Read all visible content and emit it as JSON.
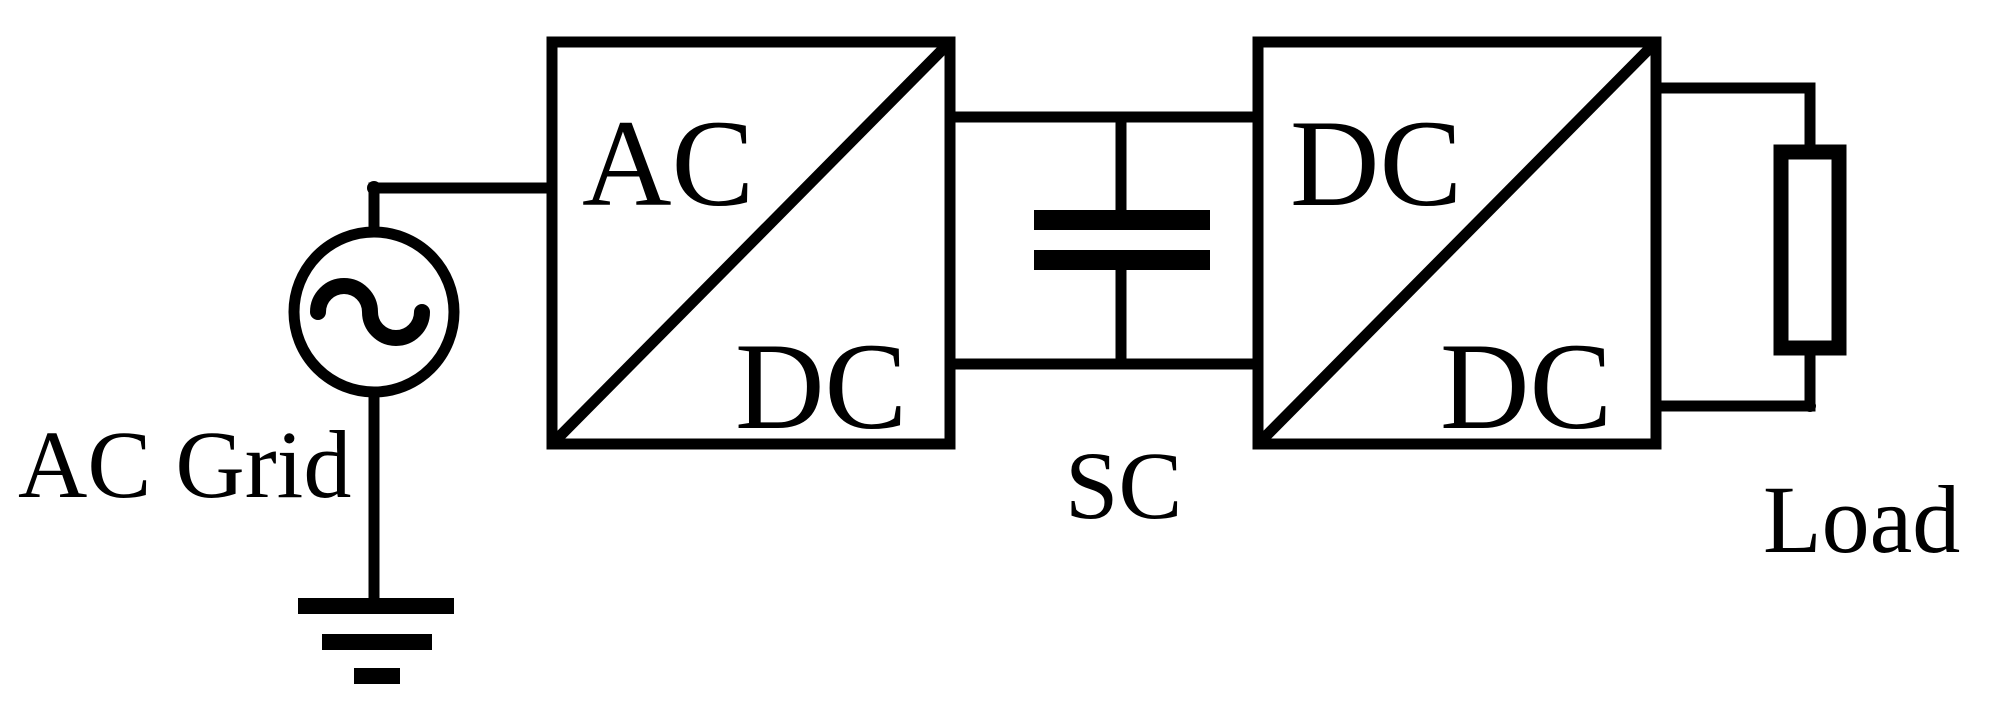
{
  "converter_1": {
    "top_label": "AC",
    "bottom_label": "DC"
  },
  "converter_2": {
    "top_label": "DC",
    "bottom_label": "DC"
  },
  "source": {
    "label": "AC Grid"
  },
  "capacitor": {
    "label": "SC"
  },
  "load": {
    "label": "Load"
  }
}
